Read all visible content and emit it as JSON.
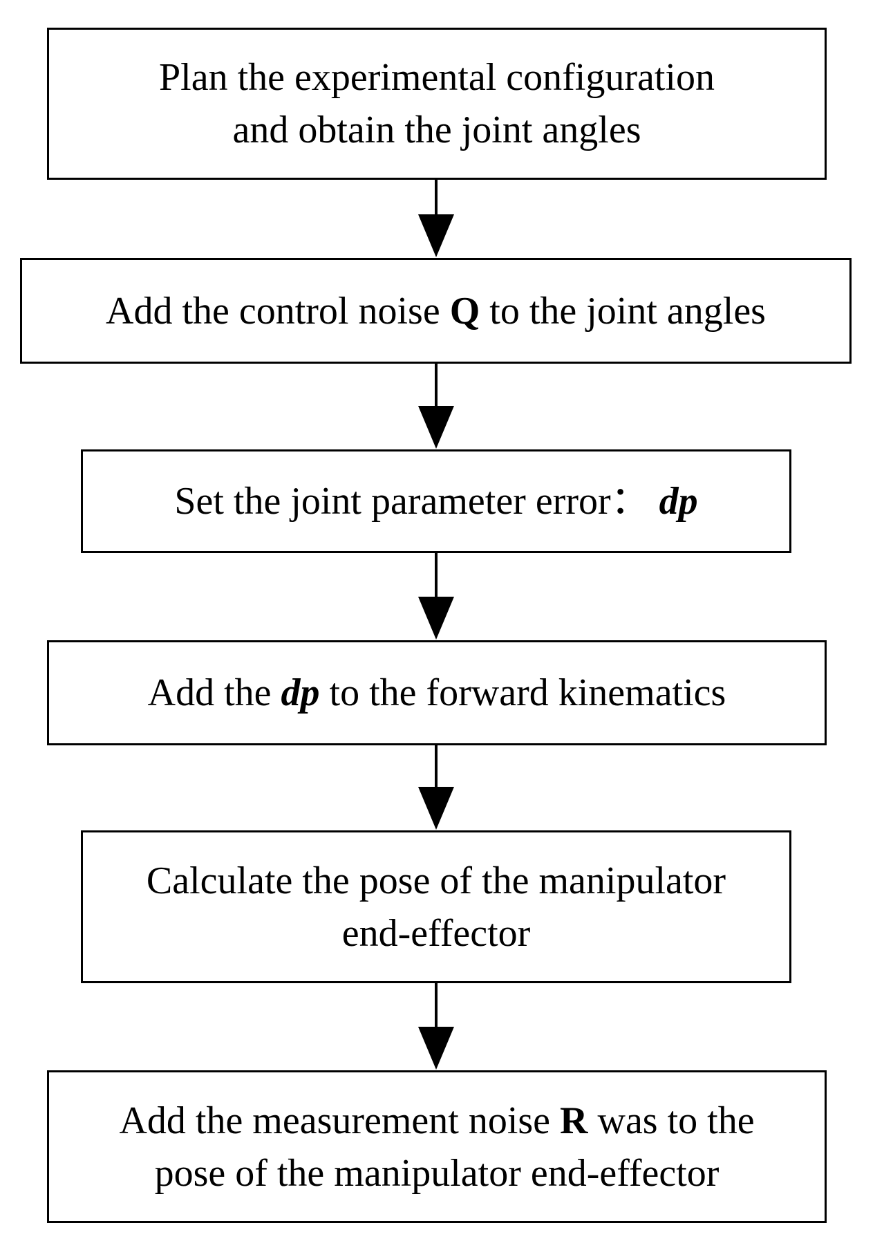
{
  "steps": [
    {
      "line1": "Plan the experimental configuration",
      "line2": "and obtain the joint angles"
    },
    {
      "prefix": "Add the control noise ",
      "symbol": "Q",
      "suffix": " to the joint angles"
    },
    {
      "prefix": "Set the joint parameter error： ",
      "symbol": "dp"
    },
    {
      "prefix": "Add the ",
      "symbol": "dp",
      "suffix": " to the forward kinematics"
    },
    {
      "line1": "Calculate the pose of the manipulator",
      "line2": "end-effector"
    },
    {
      "prefix": "Add the measurement noise ",
      "symbol": "R",
      "suffix": " was to the",
      "line2": "pose of the manipulator end-effector"
    }
  ]
}
